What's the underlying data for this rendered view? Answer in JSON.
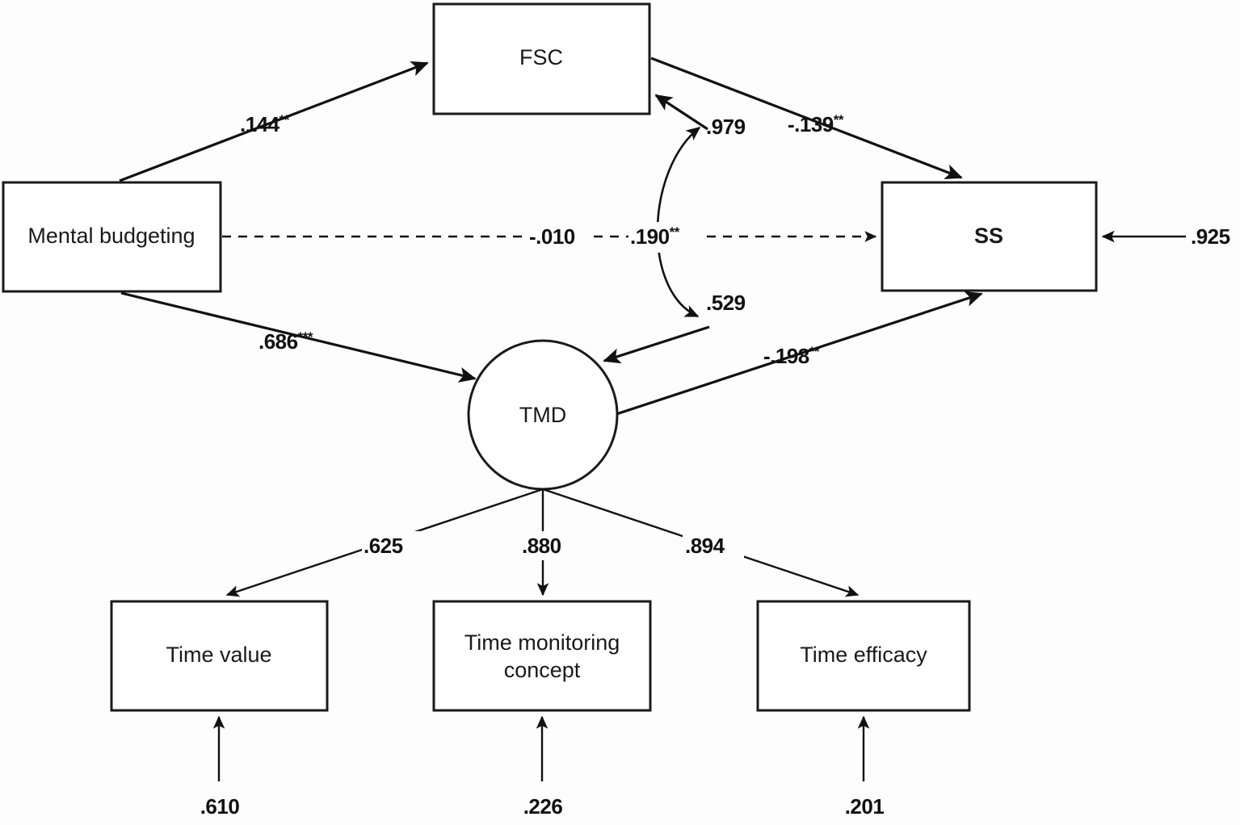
{
  "figure": {
    "type": "path-diagram",
    "description": "Structural equation model path diagram"
  },
  "nodes": {
    "mental_budgeting": {
      "label": "Mental budgeting",
      "shape": "rectangle"
    },
    "fsc": {
      "label": "FSC",
      "shape": "rectangle"
    },
    "ss": {
      "label": "SS",
      "shape": "rectangle"
    },
    "tmd": {
      "label": "TMD",
      "shape": "circle"
    },
    "time_value": {
      "label": "Time value",
      "shape": "rectangle"
    },
    "time_monitoring": {
      "label_line1": "Time monitoring",
      "label_line2": "concept",
      "shape": "rectangle"
    },
    "time_efficacy": {
      "label": "Time efficacy",
      "shape": "rectangle"
    }
  },
  "paths": {
    "mb_to_fsc": {
      "value": ".144",
      "stars": "**",
      "style": "solid"
    },
    "mb_to_ss": {
      "value": "-.010",
      "stars": "",
      "style": "dashed"
    },
    "mb_to_ss_second": {
      "value": ".190",
      "stars": "**",
      "style": "dashed"
    },
    "mb_to_tmd": {
      "value": ".686",
      "stars": "***",
      "style": "solid"
    },
    "fsc_to_ss": {
      "value": "-.139",
      "stars": "**",
      "style": "solid"
    },
    "tmd_to_ss": {
      "value": "-.198",
      "stars": "**",
      "style": "solid"
    },
    "corr_to_fsc": {
      "value": ".979",
      "stars": "",
      "style": "curved"
    },
    "corr_to_tmd": {
      "value": ".529",
      "stars": "",
      "style": "curved"
    },
    "tmd_to_time_value": {
      "value": ".625",
      "stars": "",
      "style": "solid"
    },
    "tmd_to_time_monitoring": {
      "value": ".880",
      "stars": "",
      "style": "solid"
    },
    "tmd_to_time_efficacy": {
      "value": ".894",
      "stars": "",
      "style": "solid"
    }
  },
  "errors": {
    "ss_error": {
      "value": ".925"
    },
    "time_value_error": {
      "value": ".610"
    },
    "time_monitoring_error": {
      "value": ".226"
    },
    "time_efficacy_error": {
      "value": ".201"
    }
  },
  "colors": {
    "stroke": "#111111",
    "fill": "#ffffff",
    "background": "#fdfdfd"
  }
}
